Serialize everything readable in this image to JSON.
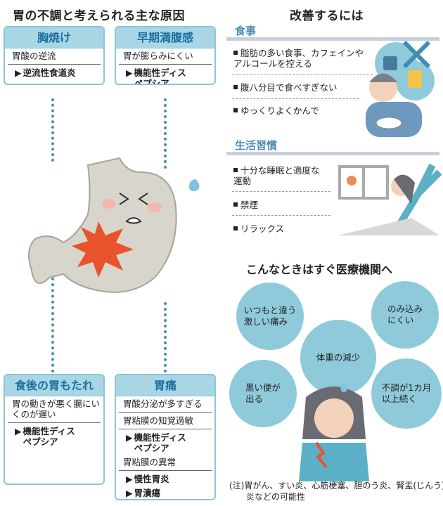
{
  "left": {
    "title": "胃の不調と考えられる主な原因",
    "boxes": [
      {
        "header": "胸焼け",
        "lines": [
          "胃酸の逆流"
        ],
        "results": [
          "逆流性食道炎"
        ]
      },
      {
        "header": "早期満腹感",
        "lines": [
          "胃が膨らみにくい"
        ],
        "results": [
          "機能性ディス\nペプシア"
        ]
      },
      {
        "header": "食後の胃もたれ",
        "lines": [
          "胃の動きが悪く腸にいくのが遅い"
        ],
        "results": [
          "機能性ディス\nペプシア"
        ]
      },
      {
        "header": "胃痛",
        "lines": [
          "胃酸分泌が多すぎる",
          "胃粘膜の知覚過敏"
        ],
        "results": [
          "機能性ディス\nペプシア"
        ],
        "lines2": [
          "胃粘膜の異常"
        ],
        "results2": [
          "慢性胃炎",
          "胃潰瘍"
        ]
      }
    ],
    "bullet_marker": "▶"
  },
  "right": {
    "title": "改善するには",
    "sections": [
      {
        "heading": "食事",
        "items": [
          "脂肪の多い食事、カフェインや\nアルコールを控える",
          "腹八分目で食べすぎない",
          "ゆっくりよくかんで"
        ]
      },
      {
        "heading": "生活習慣",
        "items": [
          "十分な睡眠と適度な\n運動",
          "禁煙",
          "リラックス"
        ]
      }
    ],
    "urgent_title": "こんなときはすぐ医療機関へ",
    "circles": [
      "いつもと違う\n激しい痛み",
      "のみ込み\nにくい",
      "体重の減少",
      "黒い便が\n出る",
      "不調が1カ月\n以上続く"
    ],
    "note": "(注)胃がん、すい炎、心筋梗塞、胆のう炎、腎盂(じんう)\n　　炎などの可能性"
  },
  "colors": {
    "box_header": "#a9d6e5",
    "header_text": "#1d6fa0",
    "circle": "#8fcadb",
    "section_heading": "#4c8db5",
    "burst": "#e8532b"
  }
}
